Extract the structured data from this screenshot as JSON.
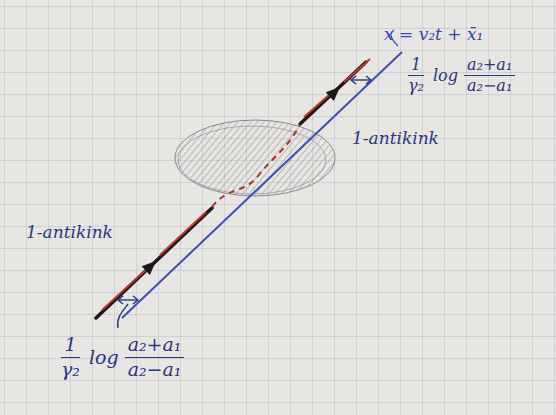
{
  "diagram": {
    "labels": [
      "x = v₂t + x̄₁",
      "1",
      "γ₂",
      "log",
      "a₂+a₁",
      "a₂−a₁",
      "1-antikink",
      "1-antikink",
      "1",
      "γ₂",
      "log",
      "a₂+a₁",
      "a₂−a₁"
    ]
  }
}
